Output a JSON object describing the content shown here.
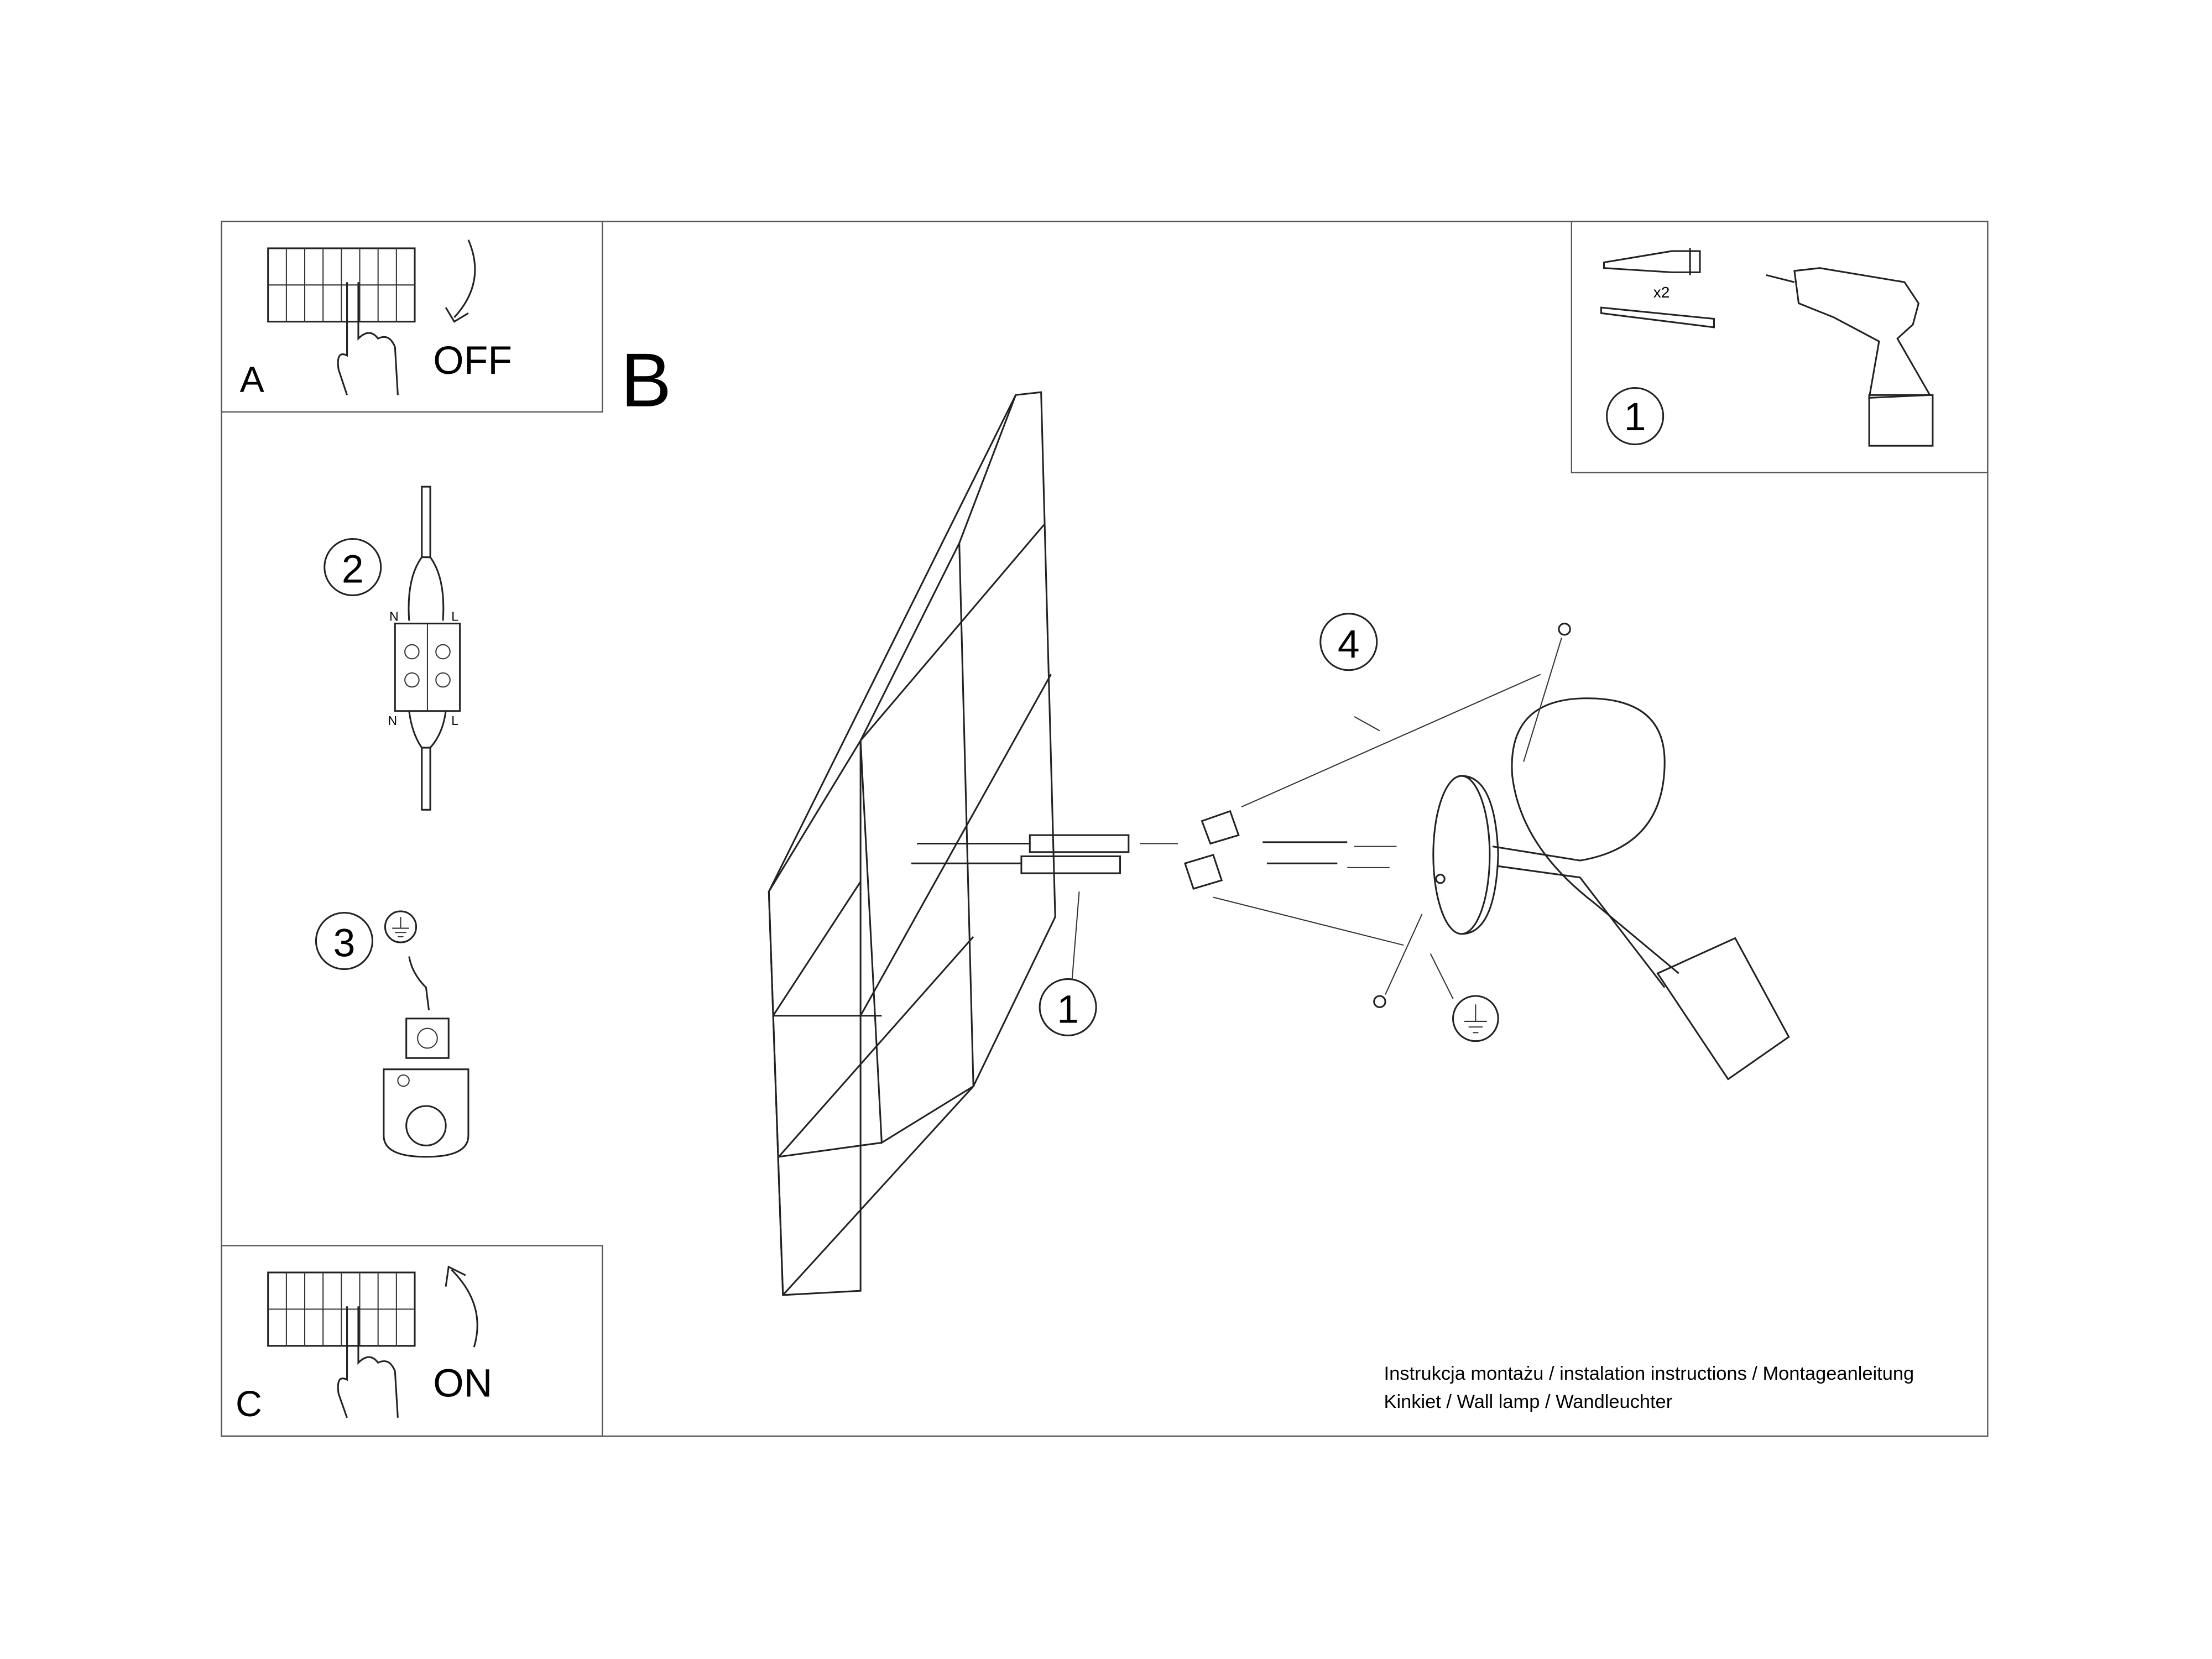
{
  "panels": {
    "a": {
      "letter": "A",
      "label": "OFF"
    },
    "b": {
      "letter": "B"
    },
    "c": {
      "letter": "C",
      "label": "ON"
    },
    "tools": {
      "step": "1",
      "count": "x2"
    }
  },
  "wiring": {
    "step": "2",
    "labels": {
      "n_top": "N",
      "l_top": "L",
      "n_bottom": "N",
      "l_bottom": "L"
    }
  },
  "ground": {
    "step": "3"
  },
  "assembly": {
    "step_wall": "1",
    "step_lamp": "4"
  },
  "footer": {
    "line1": "Instrukcja montażu / instalation instructions / Montageanleitung",
    "line2": "Kinkiet / Wall lamp / Wandleuchter"
  }
}
